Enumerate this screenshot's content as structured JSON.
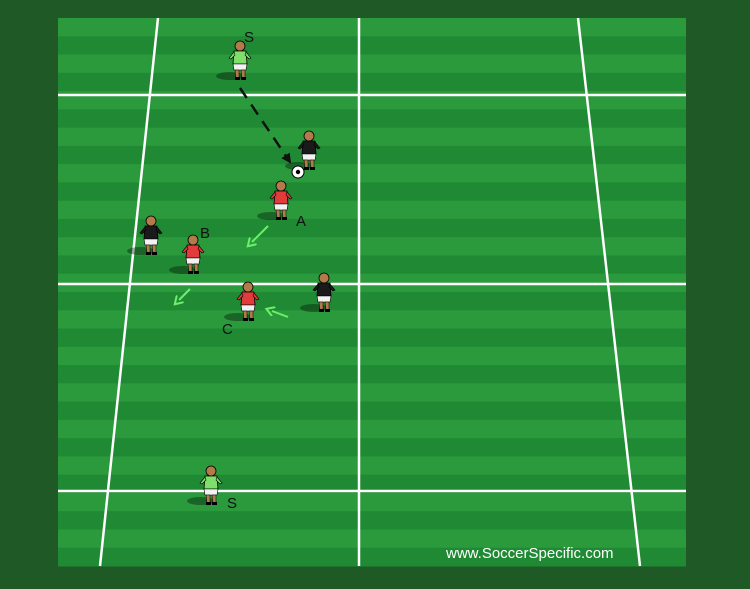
{
  "colors": {
    "border": "#1f5a26",
    "stripe_light": "#2a9a3c",
    "stripe_dark": "#1f8a33",
    "line": "#ffffff",
    "attacker_shirt": "#e23b3b",
    "defender_shirt": "#1a1a1a",
    "support_shirt": "#7ee06a",
    "pass_arrow": "#111111",
    "move_arrow": "#6cf06c"
  },
  "labels": {
    "support_top": "S",
    "support_bottom": "S",
    "player_a": "A",
    "player_b": "B",
    "player_c": "C"
  },
  "watermark": "www.SoccerSpecific.com",
  "players": [
    {
      "role": "support",
      "label": "S",
      "icon": "player-figure"
    },
    {
      "role": "defender-with-ball",
      "label": "",
      "icon": "player-figure"
    },
    {
      "role": "attacker",
      "label": "A",
      "icon": "player-figure"
    },
    {
      "role": "attacker",
      "label": "B",
      "icon": "player-figure"
    },
    {
      "role": "attacker",
      "label": "C",
      "icon": "player-figure"
    },
    {
      "role": "defender",
      "label": "",
      "icon": "player-figure"
    },
    {
      "role": "defender",
      "label": "",
      "icon": "player-figure"
    },
    {
      "role": "support",
      "label": "S",
      "icon": "player-figure"
    }
  ],
  "arrows": [
    {
      "type": "pass",
      "style": "dashed"
    },
    {
      "type": "movement",
      "style": "solid"
    },
    {
      "type": "movement",
      "style": "solid"
    },
    {
      "type": "movement",
      "style": "solid"
    }
  ]
}
